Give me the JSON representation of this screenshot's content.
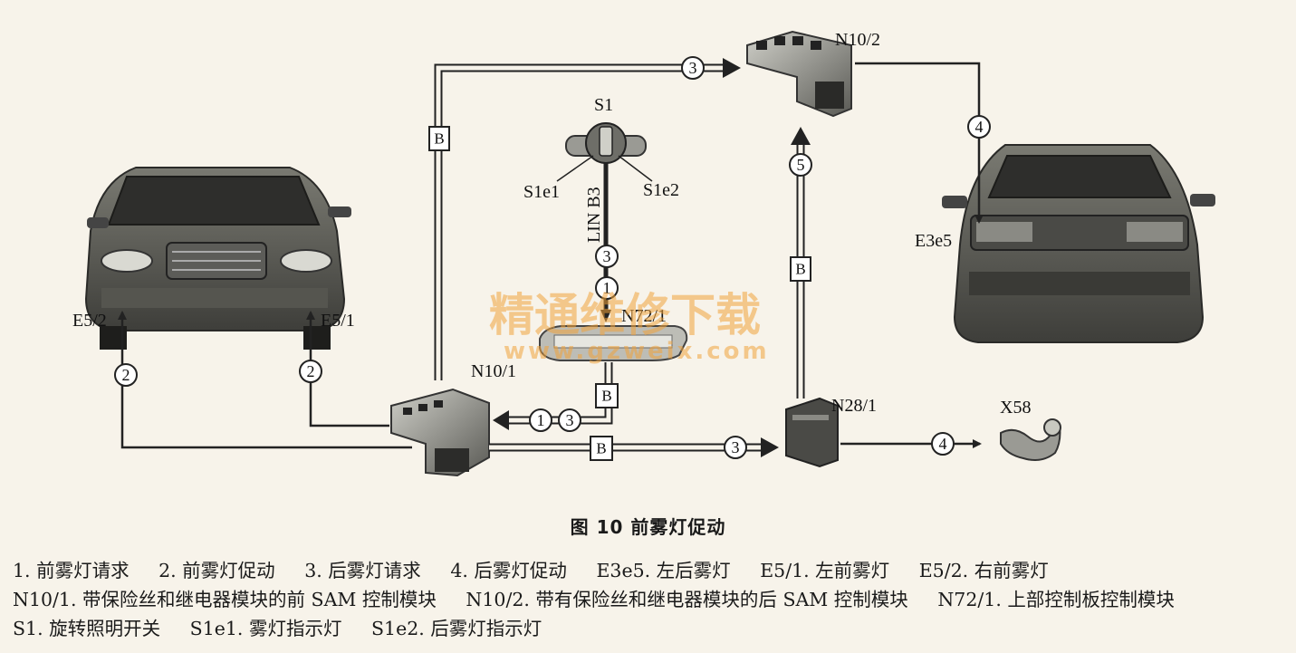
{
  "labels": {
    "n10_2": "N10/2",
    "s1": "S1",
    "s1e1": "S1e1",
    "s1e2": "S1e2",
    "lin_b3": "LIN B3",
    "n72_1": "N72/1",
    "n10_1": "N10/1",
    "n28_1": "N28/1",
    "x58": "X58",
    "e3e5": "E3e5",
    "e5_2": "E5/2",
    "e5_1": "E5/1"
  },
  "bus_tags": {
    "b": "B"
  },
  "circles": {
    "c1": "1",
    "c2": "2",
    "c3": "3",
    "c4": "4",
    "c5": "5"
  },
  "watermark": {
    "chinese": "精通维修下载",
    "url": "www.gzweix.com"
  },
  "caption": "图 10   前雾灯促动",
  "legend": [
    "1. 前雾灯请求",
    "2. 前雾灯促动",
    "3. 后雾灯请求",
    "4. 后雾灯促动",
    "E3e5. 左后雾灯",
    "E5/1. 左前雾灯",
    "E5/2. 右前雾灯",
    "N10/1. 带保险丝和继电器模块的前 SAM 控制模块",
    "N10/2. 带有保险丝和继电器模块的后 SAM 控制模块",
    "N72/1. 上部控制板控制模块",
    "S1. 旋转照明开关",
    "S1e1. 雾灯指示灯",
    "S1e2. 后雾灯指示灯"
  ]
}
